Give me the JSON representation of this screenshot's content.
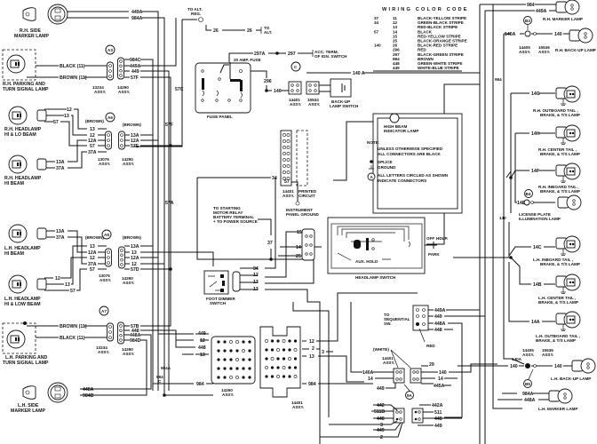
{
  "color_code": {
    "title": "WIRING COLOR CODE",
    "rows": [
      [
        "37",
        "11",
        "BLACK-YELLOW STRIPE"
      ],
      [
        "34",
        "12",
        "GREEN-BLACK STRIPE"
      ],
      [
        "",
        "13",
        "RED-BLACK STRIPE"
      ],
      [
        "57",
        "14",
        "BLACK"
      ],
      [
        "",
        "15",
        "RED-YELLOW STRIPE"
      ],
      [
        "",
        "25",
        "BLACK-ORANGE STRIPE"
      ],
      [
        "140",
        "26",
        "BLACK-RED STRIPE"
      ],
      [
        "",
        "296",
        "RED"
      ],
      [
        "",
        "297",
        "BLACK-GREEN STRIPE"
      ],
      [
        "",
        "984",
        "BROWN"
      ],
      [
        "",
        "448",
        "GREEN-WHITE STRIPE"
      ],
      [
        "",
        "449",
        "WHITE-BLUE STRIPE"
      ]
    ]
  },
  "components": {
    "rh_side_marker": [
      "R.H. SIDE",
      "MARKER LAMP"
    ],
    "rh_parking": [
      "R.H. PARKING AND",
      "TURN SIGNAL LAMP"
    ],
    "rh_headlamp_hilo": [
      "R.H. HEADLAMP",
      "HI & LO BEAM"
    ],
    "rh_headlamp_hi": [
      "R.H. HEADLAMP",
      "HI BEAM"
    ],
    "lh_headlamp_hi": [
      "L.H. HEADLAMP",
      "HI BEAM"
    ],
    "lh_headlamp_hilow": [
      "L.H. HEADLAMP",
      "HI & LOW BEAM"
    ],
    "lh_parking": [
      "L.H. PARKING AND",
      "TURN SIGNAL LAMP"
    ],
    "lh_side_marker": [
      "L.H. SIDE",
      "MARKER LAMP"
    ],
    "to_alt_reg": [
      "TO ALT.",
      "REG."
    ],
    "to_alt": [
      "TO",
      "ALT."
    ],
    "acc_term": [
      "ACC. TERM.",
      "OF IGN. SWITCH"
    ],
    "fuse_panel": "FUSE PANEL",
    "fuse_20amp": "20 AMP. FUSE",
    "backup_switch": [
      "BACK-UP",
      "LAMP SWITCH"
    ],
    "high_beam_indicator": [
      "HIGH BEAM",
      "INDICATOR LAMP"
    ],
    "printed_circuit": [
      "PRINTED",
      "CIRCUIT"
    ],
    "instrument_ground": [
      "INSTRUMENT",
      "PANEL GROUND"
    ],
    "starting_motor": [
      "TO STARTING",
      "MOTOR RELAY",
      "BATTERY TERMINAL",
      "+ TO POWER SOURCE"
    ],
    "headlamp_switch": "HEADLAMP SWITCH",
    "hs_off": "OFF",
    "hs_hdlp": "HDLP.",
    "hs_park": "PARK",
    "hs_aux": "AUX. HOLD",
    "foot_dimmer": [
      "FOOT DIMMER",
      "SWITCH"
    ],
    "to_sequential": [
      "TO",
      "SEQUENTIAL",
      "SW."
    ],
    "red": "RED",
    "white": "(WHITE)",
    "rh_marker_lamp": "R.H. MARKER LAMP",
    "rh_backup_lamp": "R.H. BACK-UP LAMP",
    "rh_outboard": [
      "R.H. OUTBOARD TAIL ,",
      "BRAKE, & T/S LAMP"
    ],
    "rh_center": [
      "R.H. CENTER TAIL ,",
      "BRAKE, & T/S LAMP"
    ],
    "rh_inboard": [
      "R.H. INBOARD TAIL ,",
      "BRAKE, & T/S LAMP"
    ],
    "license_plate": [
      "LICENSE PLATE",
      "ILLUMINATION LAMP"
    ],
    "lh_inboard": [
      "L.H. INBOARD TAIL ,",
      "BRAKE, & T/S LAMP"
    ],
    "lh_center": [
      "L.H. CENTER TAIL ,",
      "BRAKE, & T/S LAMP"
    ],
    "lh_outboard": [
      "L.H. OUTBOARD TAIL ,",
      "BRAKE, & T/S LAMP"
    ],
    "lh_backup_lamp": "L.H. BACK-UP LAMP",
    "lh_marker_lamp": "L.H. MARKER LAMP"
  },
  "assy": {
    "a13234": [
      "13234",
      "ASSY."
    ],
    "a14290": [
      "14290",
      "ASSY."
    ],
    "a13076": [
      "13076",
      "ASSY."
    ],
    "a14401": [
      "14401",
      "ASSY."
    ],
    "a15534": [
      "15534",
      "ASSY."
    ],
    "a15536": [
      "15536",
      "ASSY."
    ],
    "a14405": [
      "14405",
      "ASSY."
    ]
  },
  "connectors": {
    "A3": "A3",
    "A6": "A6",
    "A8": "A8",
    "A7": "A7",
    "C": "C",
    "B3": "B3",
    "B4": "B4",
    "B5": "B5",
    "9A": "9A"
  },
  "note": {
    "heading": "NOTE:",
    "line1": "UNLESS OTHERWISE SPECIFIED",
    "line2": "ALL CONNECTORS ARE BLACK",
    "splice": "SPLICE",
    "ground": "GROUND",
    "circle_letter": "A",
    "letters1": "ALL LETTERS CIRCLED AS SHOWN",
    "letters2": "INDICATE CONNECTORS"
  },
  "wires": {
    "rh_marker": [
      "449A",
      "984A"
    ],
    "rh_parking_left": [
      "BLACK (11)",
      "BROWN (11)"
    ],
    "rh_parking_right": [
      "984C",
      "449A",
      "449",
      "57F"
    ],
    "rh_hilo": [
      "12",
      "13",
      "57"
    ],
    "a6_left": [
      "13",
      "12",
      "12A",
      "57",
      "37A"
    ],
    "a6_right": [
      "13A",
      "12A",
      "57E"
    ],
    "brown": "(BROWN)",
    "rh_hi": [
      "13A",
      "37A"
    ],
    "trunk": [
      "57C",
      "57F",
      "57A"
    ],
    "lh_hi": [
      "13A",
      "37A"
    ],
    "a8_left": [
      "13",
      "12A",
      "12",
      "37A",
      "57"
    ],
    "a8_right": [
      "13A",
      "13",
      "12A",
      "12",
      "57D"
    ],
    "lh_hilow": [
      "12",
      "13",
      "57"
    ],
    "lh_parking_left": [
      "BROWN (11)",
      "BLACK (11)"
    ],
    "lh_parking_right": [
      "57B",
      "448",
      "448A",
      "984D"
    ],
    "trunk_low": [
      "984A",
      "984",
      "C"
    ],
    "lh_marker": [
      "448A",
      "984B"
    ],
    "alt": [
      "26",
      "26"
    ],
    "acc": [
      "297A",
      "297"
    ],
    "fuse": [
      "296",
      "140"
    ],
    "backup": "140 A",
    "cluster": [
      "34",
      "57"
    ],
    "power": "37",
    "hs_conn": [
      "15",
      "14",
      "25"
    ],
    "dimmer": [
      "34",
      "12",
      "13",
      "13"
    ],
    "c14290_left": [
      "449",
      "12",
      "448",
      "13",
      "984"
    ],
    "c14401_right": [
      "12",
      "2",
      "3",
      "13",
      "984"
    ],
    "seq": [
      "449A",
      "449",
      "448A",
      "448"
    ],
    "conn9a_left": [
      "140A",
      "14",
      "449"
    ],
    "conn9a_right": [
      "29",
      "140",
      "14",
      "445A"
    ],
    "bottom_left": [
      "442",
      "511B",
      "448",
      "3",
      "449",
      "2"
    ],
    "bottom_right": [
      "442A",
      "511",
      "448",
      "449"
    ],
    "rh_rear": [
      "984",
      "449A"
    ],
    "rh_backup": [
      "140A",
      "140"
    ],
    "rear_trunk": [
      "984",
      "140"
    ],
    "rh_tail": [
      "14G",
      "14H",
      "14F"
    ],
    "license": "14E",
    "lh_tail": [
      "14C",
      "14B",
      "14A"
    ],
    "lh_backup": [
      "140A",
      "140",
      "140"
    ],
    "lh_marker_rear": [
      "984A",
      "448A"
    ]
  }
}
